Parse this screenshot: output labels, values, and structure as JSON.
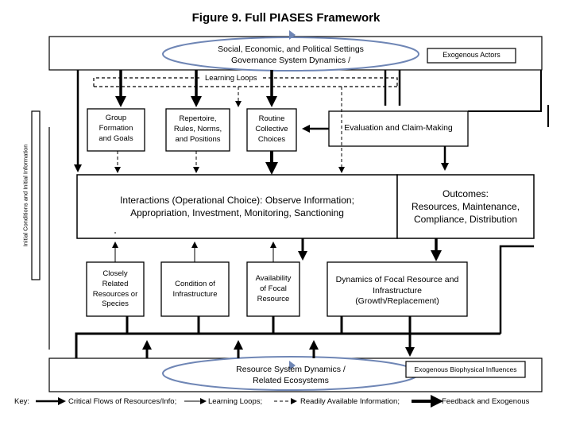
{
  "title": "Figure 9. Full PIASES Framework",
  "top_band": {
    "ellipse_line1": "Social, Economic, and Political Settings",
    "ellipse_line2": "Governance System Dynamics /",
    "exogenous_actors": "Exogenous Actors"
  },
  "learning_loops_label": "Learning Loops",
  "left_vertical_label": "Initial Conditions and Initial Information",
  "boxes": {
    "group_formation": [
      "Group",
      "Formation",
      "and Goals"
    ],
    "repertoire": [
      "Repertoire,",
      "Rules, Norms,",
      "and Positions"
    ],
    "routine_collective": [
      "Routine",
      "Collective",
      "Choices"
    ],
    "evaluation": "Evaluation and Claim-Making",
    "interactions_line1": "Interactions (Operational Choice): Observe Information;",
    "interactions_line2": "Appropriation, Investment, Monitoring, Sanctioning",
    "outcomes": [
      "Outcomes:",
      "Resources, Maintenance,",
      "Compliance, Distribution"
    ],
    "closely_related": [
      "Closely",
      "Related",
      "Resources or",
      "Species"
    ],
    "condition_infra": [
      "Condition of",
      "Infrastructure"
    ],
    "availability": [
      "Availability",
      "of Focal",
      "Resource"
    ],
    "dynamics_focal": [
      "Dynamics of Focal Resource and",
      "Infrastructure",
      "(Growth/Replacement)"
    ]
  },
  "bottom_band": {
    "ellipse_line1": "Resource System Dynamics /",
    "ellipse_line2": "Related Ecosystems",
    "exogenous_bio": "Exogenous Biophysical Influences"
  },
  "key": {
    "label": "Key:",
    "critical": "Critical Flows of Resources/Info;",
    "learning": "Learning Loops;",
    "readily": "Readily Available Information;",
    "feedback": "Feedback and Exogenous"
  }
}
